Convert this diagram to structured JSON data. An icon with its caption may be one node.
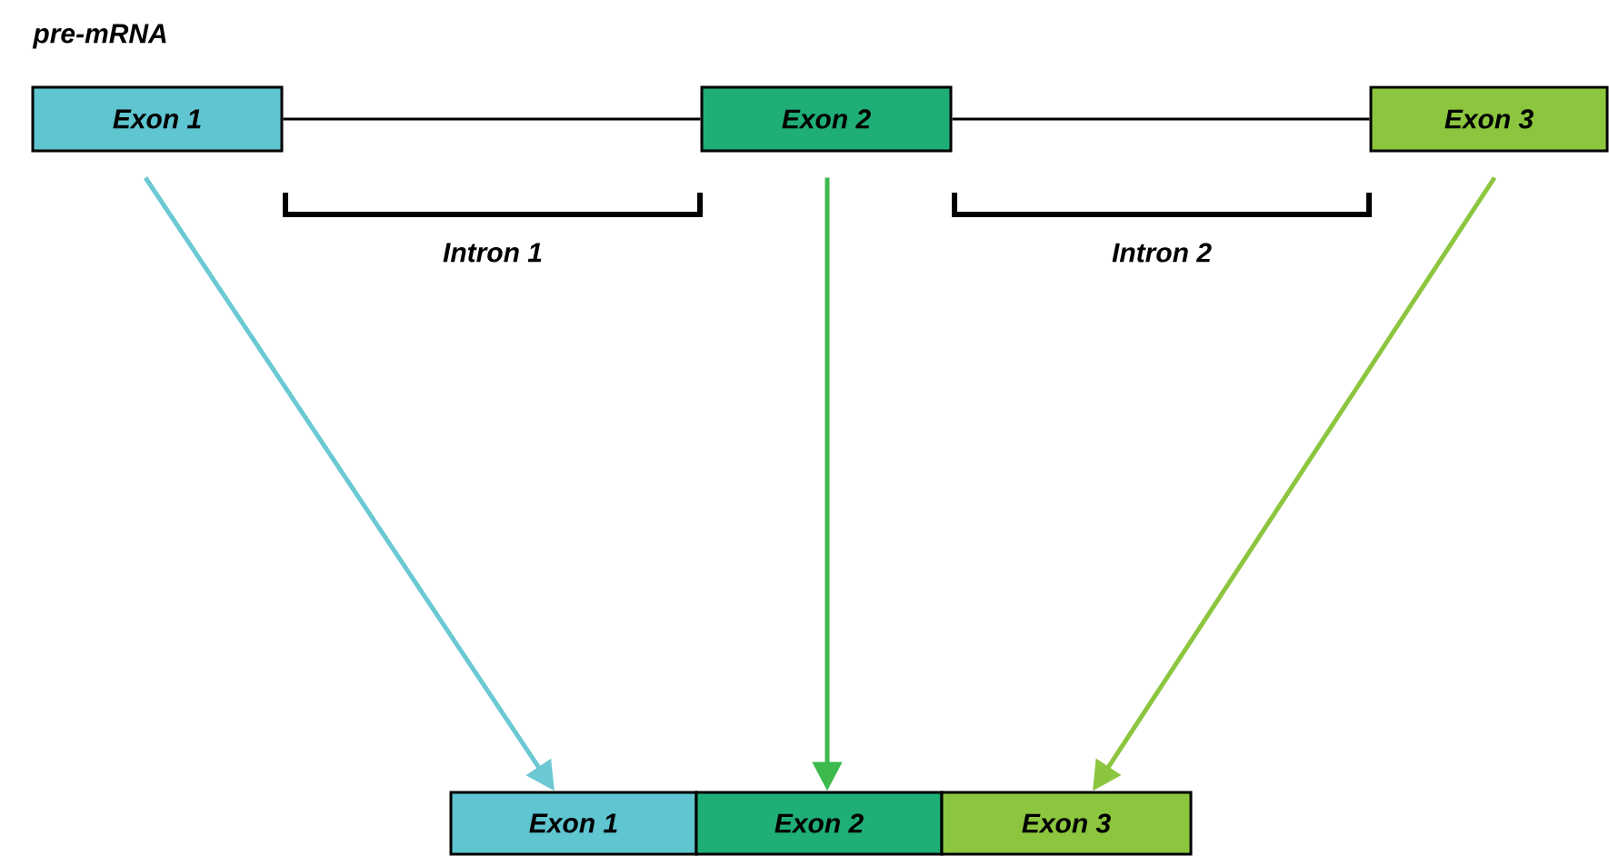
{
  "diagram": {
    "title": "pre-mRNA",
    "nodes": [
      {
        "text": [
          "Exon 1"
        ]
      },
      {
        "text": [
          "Exon 2"
        ]
      },
      {
        "text": [
          "Exon 3"
        ]
      },
      {
        "text": [
          "Exon 1"
        ]
      },
      {
        "text": [
          "Exon 2"
        ]
      },
      {
        "text": [
          "Exon 3"
        ]
      }
    ],
    "edges": [
      {
        "from": 0,
        "to": 1,
        "arrow": "none",
        "color": "#000000"
      },
      {
        "from": 1,
        "to": 2,
        "arrow": "none",
        "color": "#000000"
      },
      {
        "from": 0,
        "to": 3,
        "arrow": "to",
        "color": "#6cc9d4"
      },
      {
        "from": 1,
        "to": 4,
        "arrow": "to",
        "color": "#3dba4b"
      },
      {
        "from": 2,
        "to": 5,
        "arrow": "to",
        "color": "#8cc63f"
      }
    ],
    "labels": [
      "Intron 1",
      "Intron 2"
    ]
  }
}
